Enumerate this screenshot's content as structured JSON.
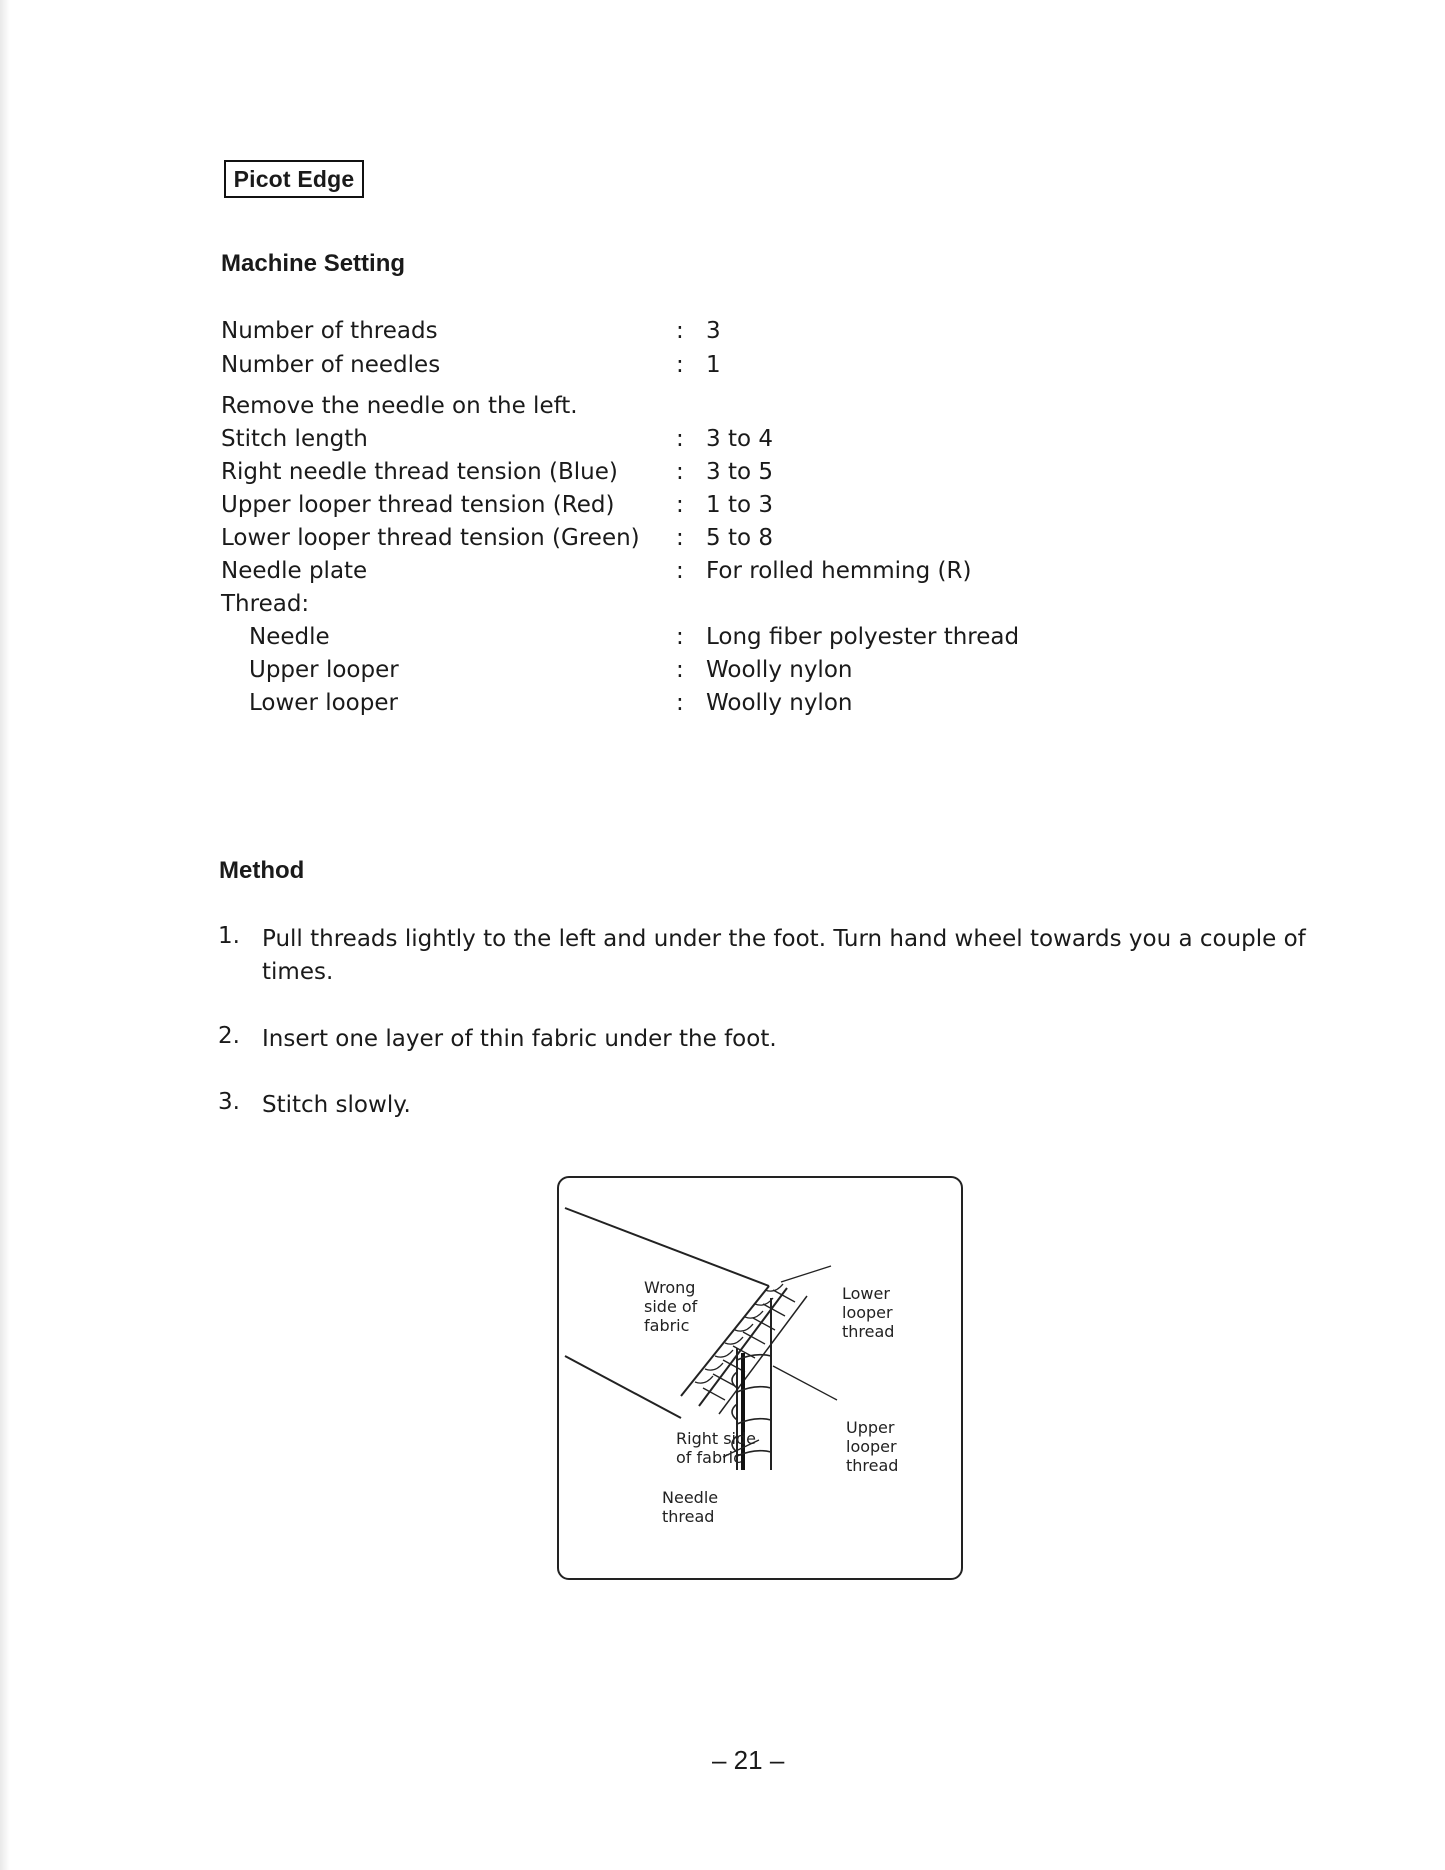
{
  "title": "Picot Edge",
  "machine_setting": {
    "heading": "Machine Setting",
    "rows": [
      {
        "label": "Number of threads",
        "value": "3"
      },
      {
        "label": "Number of needles",
        "value": "1"
      },
      {
        "label": "Remove the needle on the left.",
        "value": ""
      },
      {
        "label": "Stitch length",
        "value": "3 to 4"
      },
      {
        "label": "Right needle thread tension (Blue)",
        "value": "3 to 5"
      },
      {
        "label": "Upper looper thread tension (Red)",
        "value": "1 to 3"
      },
      {
        "label": "Lower looper thread tension (Green)",
        "value": "5 to 8"
      },
      {
        "label": "Needle plate",
        "value": "For rolled hemming (R)"
      },
      {
        "label": "Thread:",
        "value": ""
      },
      {
        "label": "Needle",
        "value": "Long fiber polyester thread"
      },
      {
        "label": "Upper looper",
        "value": "Woolly nylon"
      },
      {
        "label": "Lower looper",
        "value": "Woolly nylon"
      }
    ]
  },
  "method": {
    "heading": "Method",
    "steps": [
      {
        "num": "1.",
        "text": "Pull threads lightly to the left and under the foot.  Turn hand wheel towards you a couple of times."
      },
      {
        "num": "2.",
        "text": "Insert one layer of thin fabric under the foot."
      },
      {
        "num": "3.",
        "text": "Stitch slowly."
      }
    ]
  },
  "figure": {
    "labels": {
      "wrong_side": "Wrong\nside of\nfabric",
      "lower_looper": "Lower\nlooper\nthread",
      "upper_looper": "Upper\nlooper\nthread",
      "right_side": "Right side\nof fabric",
      "needle_thread": "Needle\nthread"
    }
  },
  "page_number": "– 21 –"
}
